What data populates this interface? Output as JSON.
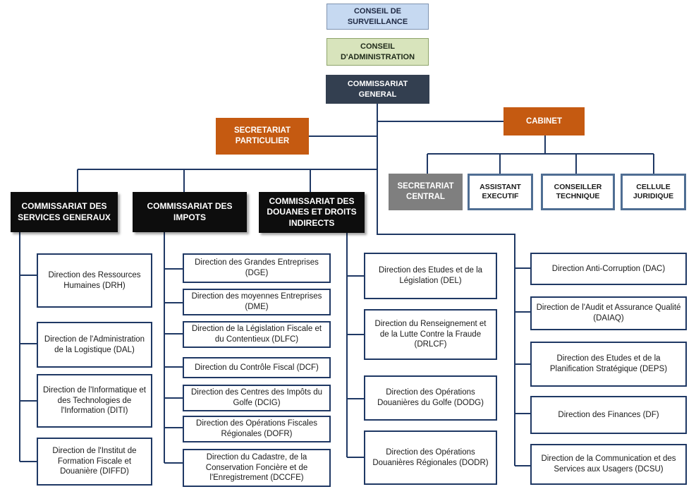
{
  "colors": {
    "connector": "#1f3864",
    "navy_box": "#333f50",
    "orange_box": "#c55a11",
    "gray_box": "#7f7f7f",
    "light_blue_box": "#c6d9f1",
    "light_green_box": "#d8e4bc",
    "black_box": "#0d0d0d",
    "box_border": "#1f3864"
  },
  "top": {
    "conseil_surveillance": "CONSEIL DE SURVEILLANCE",
    "conseil_administration": "CONSEIL D'ADMINISTRATION",
    "commissariat_general": "COMMISSARIAT GENERAL"
  },
  "secretariat_particulier": "SECRETARIAT PARTICULIER",
  "cabinet": {
    "title": "CABINET",
    "members": [
      "SECRETARIAT CENTRAL",
      "ASSISTANT EXECUTIF",
      "CONSEILLER TECHNIQUE",
      "CELLULE JURIDIQUE"
    ]
  },
  "commissariats": [
    {
      "title": "COMMISSARIAT DES SERVICES GENERAUX",
      "directions": [
        "Direction des Ressources Humaines (DRH)",
        "Direction de l'Administration de la Logistique (DAL)",
        "Direction de l'Informatique et des Technologies de l'Information (DITI)",
        "Direction de l'Institut de Formation Fiscale et Douanière (DIFFD)"
      ]
    },
    {
      "title": "COMMISSARIAT DES IMPOTS",
      "directions": [
        "Direction des Grandes Entreprises (DGE)",
        "Direction des moyennes Entreprises (DME)",
        "Direction de la Législation Fiscale et du Contentieux (DLFC)",
        "Direction du Contrôle Fiscal (DCF)",
        "Direction des Centres des Impôts du Golfe (DCIG)",
        "Direction des Opérations Fiscales Régionales (DOFR)",
        "Direction du Cadastre, de la Conservation Foncière et de l'Enregistrement (DCCFE)"
      ]
    },
    {
      "title": "COMMISSARIAT DES DOUANES ET DROITS INDIRECTS",
      "directions": [
        "Direction des Etudes et de la Législation (DEL)",
        "Direction du Renseignement et de la Lutte Contre la Fraude (DRLCF)",
        "Direction des Opérations Douanières du Golfe (DODG)",
        "Direction des Opérations Douanières Régionales (DODR)"
      ]
    }
  ],
  "staff_directions": [
    "Direction Anti-Corruption (DAC)",
    "Direction de l'Audit et Assurance Qualité (DAIAQ)",
    "Direction des Etudes et de la Planification Stratégique (DEPS)",
    "Direction des Finances (DF)",
    "Direction de la Communication et des Services aux Usagers (DCSU)"
  ]
}
